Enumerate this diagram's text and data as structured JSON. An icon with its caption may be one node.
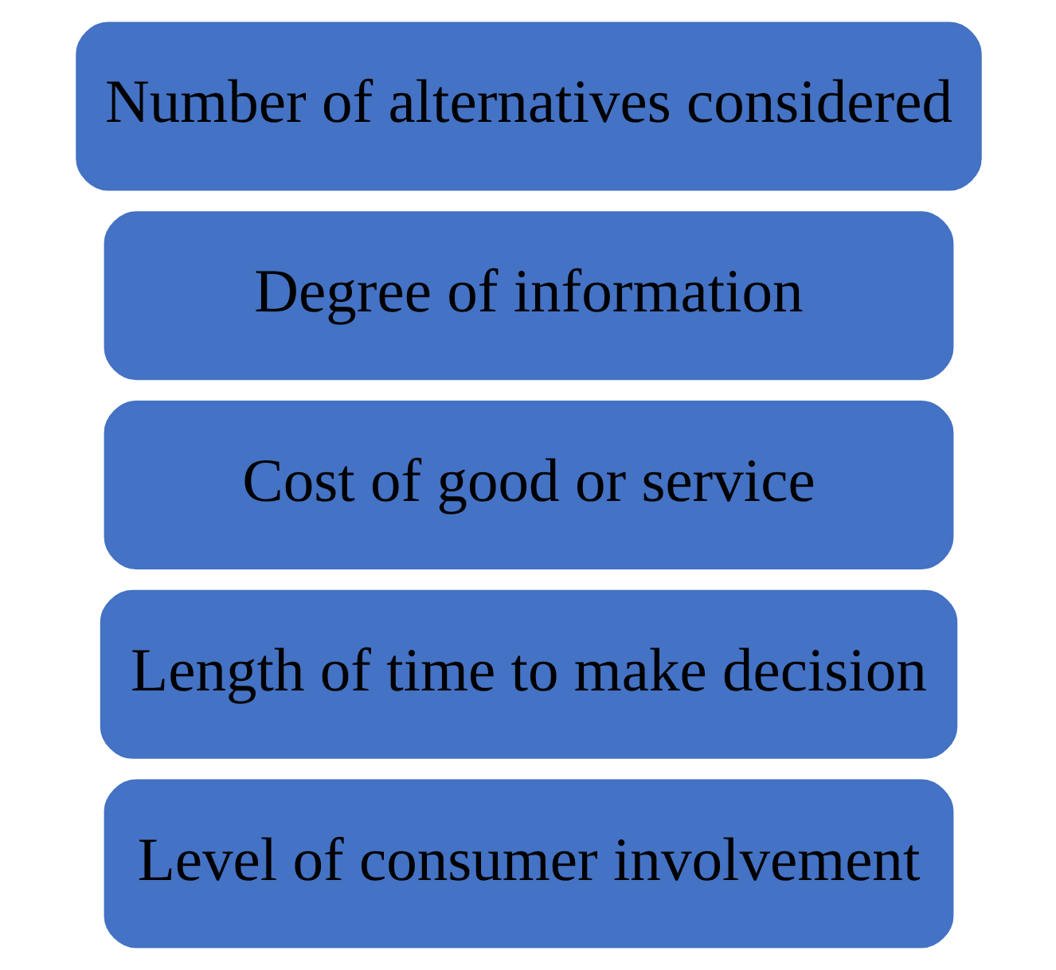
{
  "diagram": {
    "nodes": [
      {
        "text": [
          "Level of consumer involvement"
        ]
      },
      {
        "text": [
          "Length of time to make decision"
        ]
      },
      {
        "text": [
          "Cost of good or service"
        ]
      },
      {
        "text": [
          "Degree of information"
        ]
      },
      {
        "text": [
          "Number of alternatives considered"
        ]
      }
    ]
  }
}
